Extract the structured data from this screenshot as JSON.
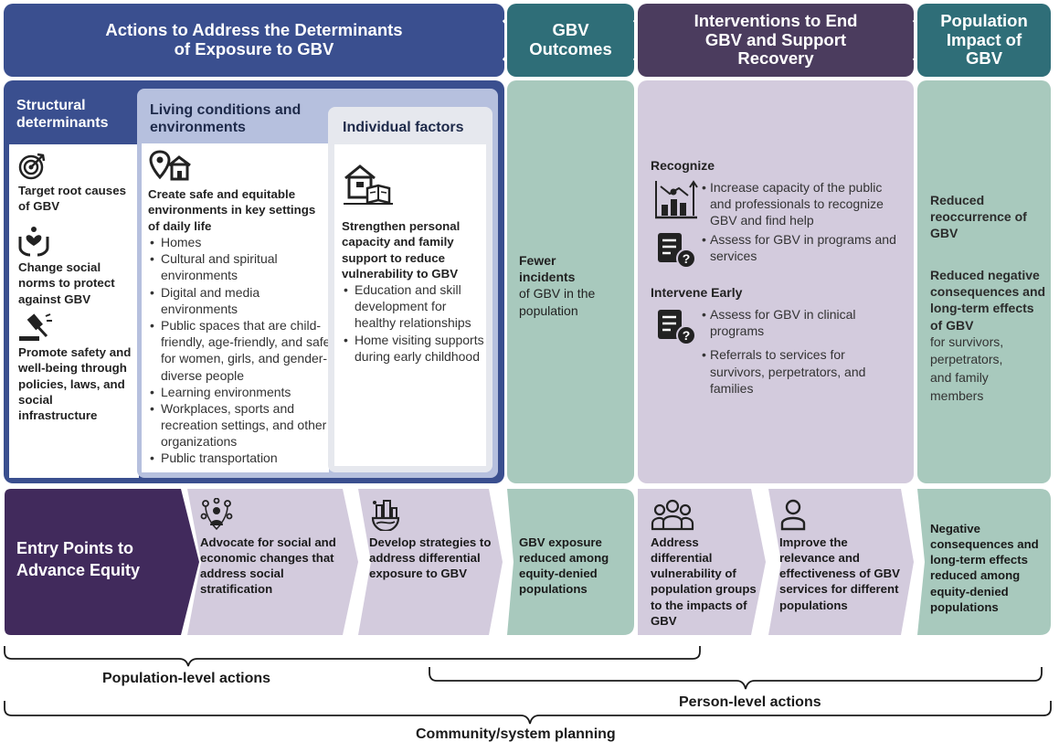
{
  "headers": {
    "actions": "Actions to Address the Determinants of Exposure to GBV",
    "outcomes": "GBV Outcomes",
    "interventions": "Interventions to End GBV and Support Recovery",
    "population_impact": "Population Impact of GBV"
  },
  "structural": {
    "title": "Structural determinants",
    "items": [
      {
        "icon": "target-icon",
        "text": "Target root causes of GBV"
      },
      {
        "icon": "hands-heart-icon",
        "text": "Change social norms to protect against GBV"
      },
      {
        "icon": "gavel-icon",
        "text": "Promote safety and well-being through policies, laws, and social infrastructure"
      }
    ]
  },
  "living": {
    "title": "Living conditions and environments",
    "icon": "location-home-icon",
    "heading": "Create safe and equitable environments in key settings of daily life",
    "bullets": [
      "Homes",
      "Cultural and spiritual environments",
      "Digital and media environments",
      "Public spaces that are child-friendly, age-friendly, and safe for women, girls, and gender-diverse people",
      "Learning environments",
      "Workplaces, sports and recreation settings, and other organizations",
      "Public transportation"
    ]
  },
  "individual": {
    "title": "Individual factors",
    "icon": "house-book-icon",
    "heading": "Strengthen personal capacity and family support to reduce vulnerability to GBV",
    "bullets": [
      "Education and skill development for healthy relationships",
      "Home visiting supports during early childhood"
    ]
  },
  "outcomes_panel": {
    "bold": "Fewer incidents",
    "rest": "of GBV in the population"
  },
  "interventions_panel": {
    "recognize": {
      "title": "Recognize",
      "items": [
        {
          "icon": "chart-person-icon",
          "text": "Increase capacity of the public and professionals to recognize GBV and find help"
        },
        {
          "icon": "document-question-icon",
          "text": "Assess for GBV in programs and services"
        }
      ]
    },
    "intervene": {
      "title": "Intervene Early",
      "icon": "document-question-icon",
      "items": [
        "Assess for GBV in clinical programs",
        "Referrals to services for survivors, perpetrators, and families"
      ]
    }
  },
  "impact_panel": {
    "item1": "Reduced reoccurrence of GBV",
    "item2_bold": "Reduced negative consequences and long-term effects of GBV",
    "item2_rest": "for survivors, perpetrators, and family members"
  },
  "equity": {
    "title": "Entry Points to Advance Equity",
    "chevrons": [
      {
        "icon": "people-network-icon",
        "text": "Advocate for social and economic changes that address social stratification"
      },
      {
        "icon": "globe-city-icon",
        "text": "Develop strategies to address differential exposure to GBV"
      },
      {
        "icon": "",
        "text": "GBV exposure reduced among equity-denied populations"
      },
      {
        "icon": "group-icon",
        "text": "Address differential vulnerability of population groups to the impacts of GBV"
      },
      {
        "icon": "person-icon",
        "text": "Improve the relevance and effectiveness of GBV services for different populations"
      },
      {
        "icon": "",
        "text": "Negative consequences and long-term effects reduced among equity-denied populations"
      }
    ]
  },
  "braces": {
    "population": "Population-level actions",
    "person": "Person-level actions",
    "community": "Community/system planning"
  },
  "colors": {
    "navy": "#3a4f8f",
    "teal": "#2f6e78",
    "purple_dark": "#4b3c5e",
    "purple_deep": "#412a5c",
    "sage": "#a8c9bd",
    "lavender": "#d3cbdd"
  }
}
